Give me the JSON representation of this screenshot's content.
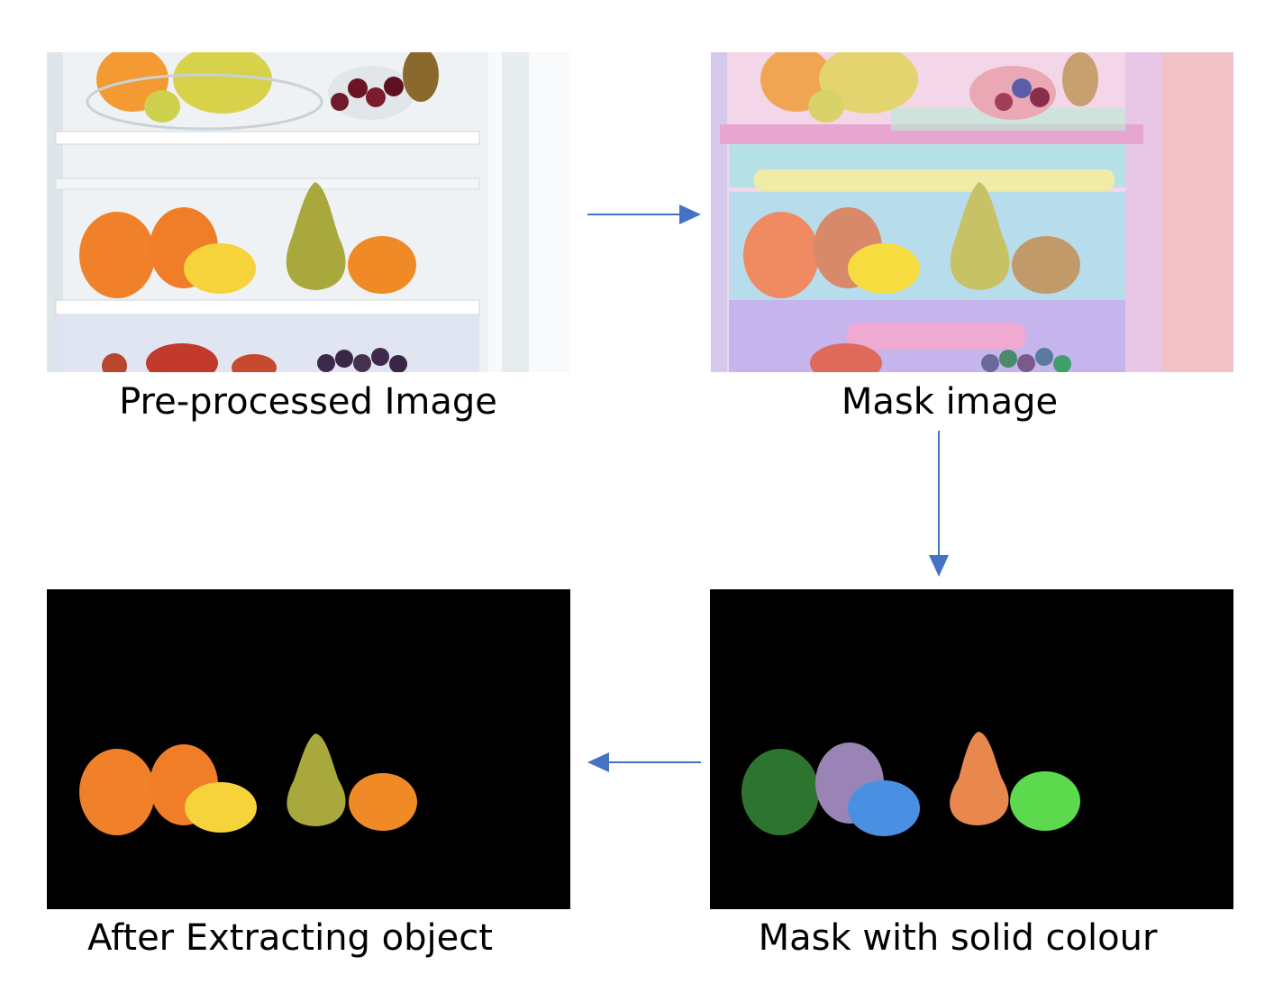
{
  "diagram": {
    "panels": {
      "preprocessed": {
        "caption": "Pre-processed Image"
      },
      "mask": {
        "caption": "Mask image"
      },
      "solid": {
        "caption": "Mask with solid colour",
        "colors": [
          "#2e7431",
          "#9a84b6",
          "#4a90e2",
          "#e8884e",
          "#5cd94c"
        ]
      },
      "extracted": {
        "caption": "After Extracting object"
      }
    },
    "arrow_color": "#4472c4"
  }
}
